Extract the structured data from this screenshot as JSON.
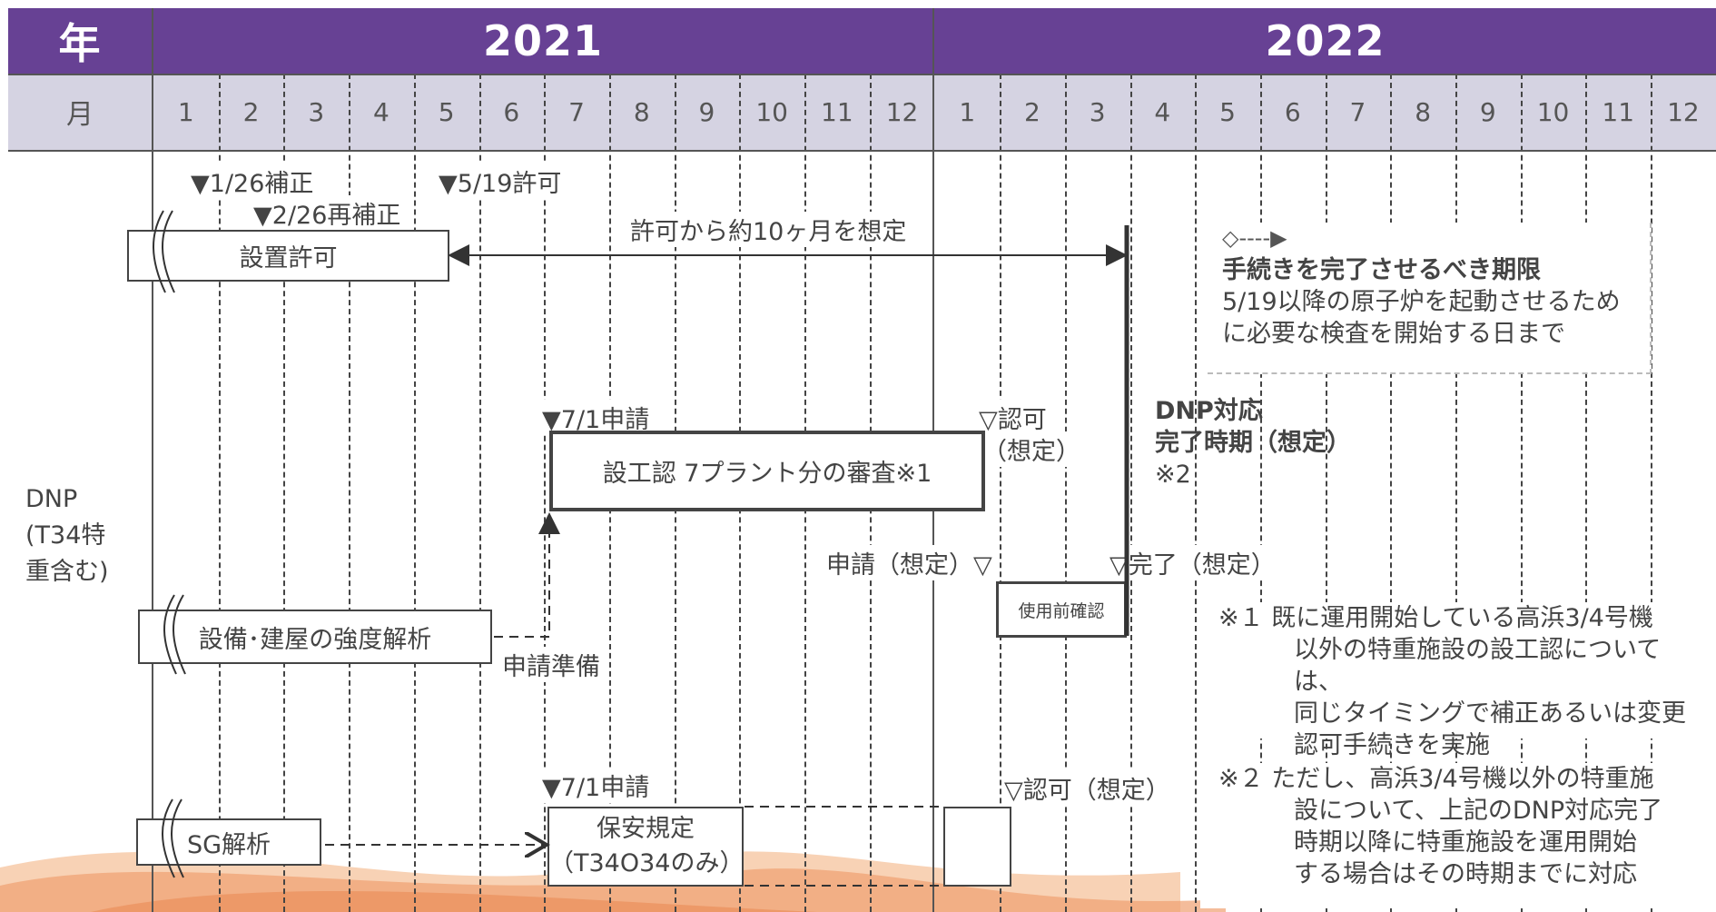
{
  "header": {
    "year_label": "年",
    "month_label": "月",
    "year1": "2021",
    "year2": "2022",
    "months": [
      "1",
      "2",
      "3",
      "4",
      "5",
      "6",
      "7",
      "8",
      "9",
      "10",
      "11",
      "12",
      "1",
      "2",
      "3",
      "4",
      "5",
      "6",
      "7",
      "8",
      "9",
      "10",
      "11",
      "12"
    ]
  },
  "row_label": "DNP\n(T34特\n重含む)",
  "milestones": {
    "m1": "▼1/26補正",
    "m2": "▼2/26再補正",
    "m3": "▼5/19許可",
    "m4": "▼7/1申請",
    "m5": "▽認可",
    "m5b": "（想定）",
    "m6": "申請（想定）▽",
    "m7": "▽完了（想定）",
    "m8": "▼7/1申請",
    "m9": "▽認可（想定）",
    "prep": "申請準備"
  },
  "span_label": "許可から約10ヶ月を想定",
  "boxes": {
    "install_permit": "設置許可",
    "review": "設工認 7プラント分の審査※1",
    "strength": "設備･建屋の強度解析",
    "pre_use": "使用前確認",
    "sg": "SG解析",
    "safety_rules_l1": "保安規定",
    "safety_rules_l2": "（T34O34のみ）"
  },
  "dnp_complete": {
    "l1": "DNP対応",
    "l2": "完了時期（想定）",
    "l3": "※2"
  },
  "legend": {
    "symbol": "◇----▶",
    "title": "手続きを完了させるべき期限",
    "l1": "5/19以降の原子炉を起動させるため",
    "l2": "に必要な検査を開始する日まで"
  },
  "note1": {
    "l1": "※１ 既に運用開始している高浜3/4号機",
    "l2": "以外の特重施設の設工認については、",
    "l3": "同じタイミングで補正あるいは変更",
    "l4": "認可手続きを実施"
  },
  "note2": {
    "l1": "※２ ただし、高浜3/4号機以外の特重施",
    "l2": "設について、上記のDNP対応完了",
    "l3": "時期以降に特重施設を運用開始",
    "l4": "する場合はその時期までに対応"
  },
  "colors": {
    "header_purple": "#674194",
    "month_band": "#d5d3e2",
    "wave_orange": "#f0a070"
  }
}
